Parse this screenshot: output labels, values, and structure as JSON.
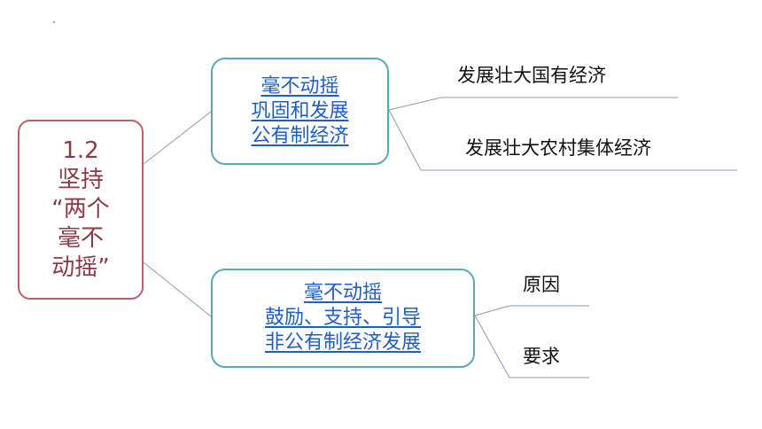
{
  "root": {
    "lines": [
      "1.2",
      "坚持",
      "“两个",
      "毫不",
      "动摇”"
    ]
  },
  "branches": [
    {
      "lines": [
        "毫不动摇",
        "巩固和发展",
        "公有制经济"
      ],
      "leaves": [
        "发展壮大国有经济",
        "发展壮大农村集体经济"
      ]
    },
    {
      "lines": [
        "毫不动摇",
        "鼓励、支持、引导",
        "非公有制经济发展"
      ],
      "leaves": [
        "原因",
        "要求"
      ]
    }
  ],
  "colors": {
    "root_border": "#b5626a",
    "root_text": "#8c3a44",
    "branch_border": "#5aa8b6",
    "branch_text": "#1f5fc4",
    "connector": "#8a9bb8"
  }
}
